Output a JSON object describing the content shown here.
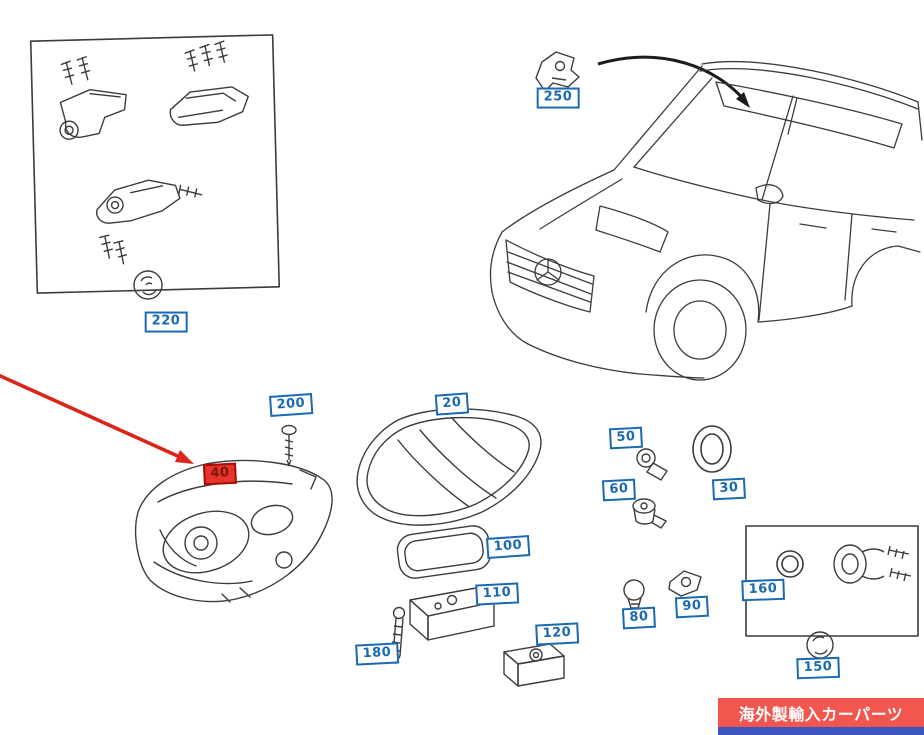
{
  "diagram": {
    "description": "exploded-parts-diagram-headlamp",
    "part_labels": [
      {
        "id": "220"
      },
      {
        "id": "250"
      },
      {
        "id": "200"
      },
      {
        "id": "20"
      },
      {
        "id": "50"
      },
      {
        "id": "60"
      },
      {
        "id": "30"
      },
      {
        "id": "100"
      },
      {
        "id": "110"
      },
      {
        "id": "180"
      },
      {
        "id": "120"
      },
      {
        "id": "80"
      },
      {
        "id": "90"
      },
      {
        "id": "160"
      },
      {
        "id": "150"
      }
    ],
    "highlighted_label": {
      "id": "40"
    },
    "colors": {
      "label_blue": "#1a6ab2",
      "highlight_red": "#e8352b",
      "arrow_red": "#da251c",
      "line_art": "#3c3c3c"
    }
  },
  "watermark": {
    "text": "海外製輸入カーパーツ",
    "bg_color": "#f2564f",
    "bar_color": "#3b55c0"
  }
}
